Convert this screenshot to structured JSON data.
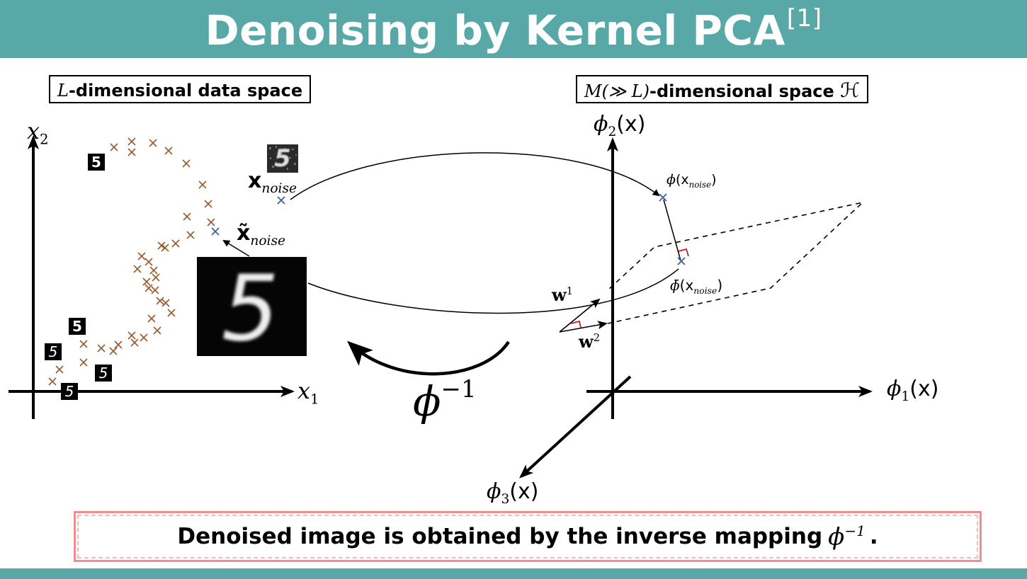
{
  "title": {
    "text": "Denoising by Kernel PCA",
    "ref": "[1]"
  },
  "left_panel": {
    "box_var": "L",
    "box_label": "-dimensional data space",
    "axis_x": {
      "var": "x",
      "sub": "1"
    },
    "axis_y": {
      "var": "x",
      "sub": "2"
    },
    "noise_label": {
      "main": "x",
      "sub": "noise"
    },
    "denoised_label": {
      "main": "x̃",
      "sub": "noise"
    },
    "digit_glyph": "5"
  },
  "right_panel": {
    "box_math": "M(≫ L)",
    "box_label": "-dimensional space",
    "box_symbol": "ℋ",
    "axis1": {
      "phi": "ϕ",
      "sub": "1",
      "arg": "(x)"
    },
    "axis2": {
      "phi": "ϕ",
      "sub": "2",
      "arg": "(x)"
    },
    "axis3": {
      "phi": "ϕ",
      "sub": "3",
      "arg": "(x)"
    },
    "mapped_point": {
      "phi": "ϕ",
      "arg_open": "(x",
      "sub": "noise",
      "arg_close": ")"
    },
    "projected_point": {
      "phi": "ϕ̄",
      "arg_open": "(x",
      "sub": "noise",
      "arg_close": ")"
    },
    "w1": {
      "main": "w",
      "sup": "1"
    },
    "w2": {
      "main": "w",
      "sup": "2"
    }
  },
  "inverse_map": {
    "phi": "ϕ",
    "sup": "−1"
  },
  "summary": {
    "text": "Denoised image is obtained by the inverse mapping",
    "phi": "ϕ",
    "sup": "−1",
    "end": "."
  },
  "colors": {
    "teal": "#59a8a8",
    "brown_marker": "#9a5a2e",
    "blue_marker": "#3b5fa3",
    "red_right_angle": "#c0202b",
    "summary_border": "#ef8e8e"
  }
}
